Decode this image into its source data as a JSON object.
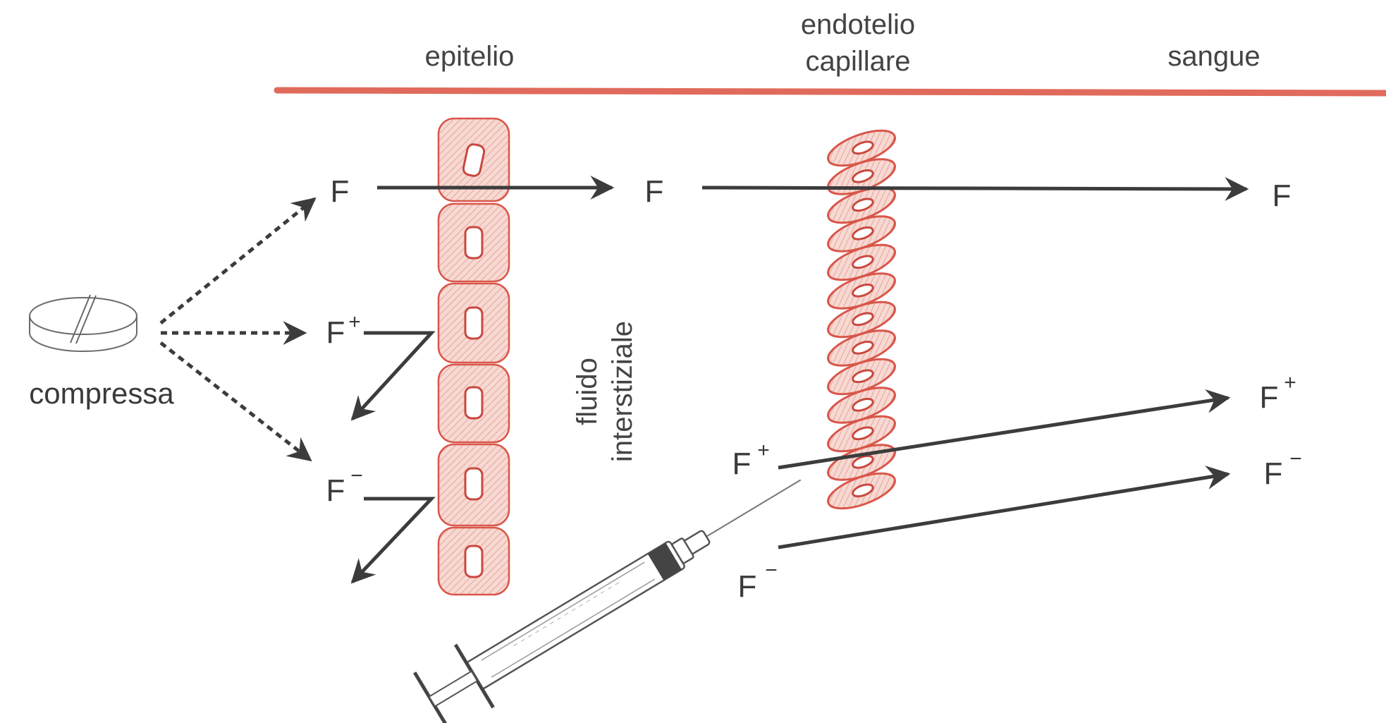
{
  "regions": {
    "epithelium": "epitelio",
    "endothelium_line1": "endotelio",
    "endothelium_line2": "capillare",
    "blood": "sangue"
  },
  "interstitial": {
    "line1": "fluido",
    "line2": "interstiziale"
  },
  "tablet_label": "compressa",
  "drug": {
    "symbol": "F",
    "cation_sign": "+",
    "anion_sign": "−"
  },
  "colors": {
    "barrier_line": "#e06a5c",
    "cell_outline": "#d9564a",
    "cell_fill": "#f6d6d0",
    "arrow": "#3c3c3c"
  }
}
